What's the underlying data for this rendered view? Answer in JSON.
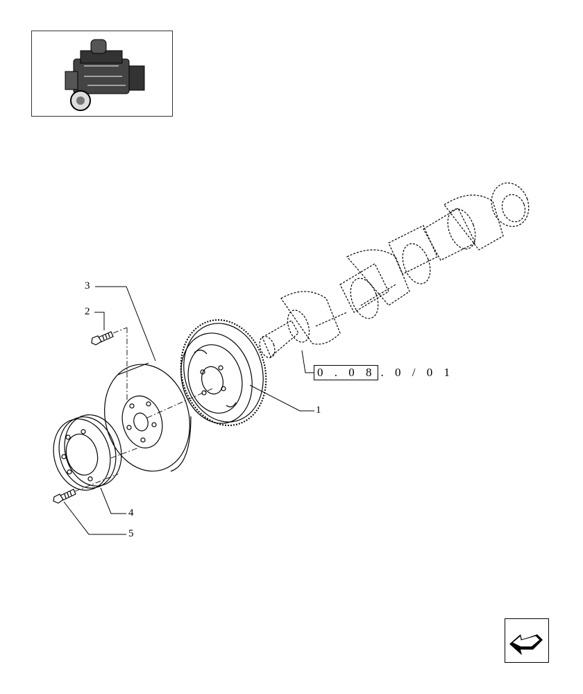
{
  "callouts": {
    "c1": "1",
    "c2": "2",
    "c3": "3",
    "c4": "4",
    "c5": "5"
  },
  "reference": {
    "boxed": "0 . 0 8",
    "rest": ". 0 / 0 1"
  },
  "icons": {
    "thumbnail": "engine-thumbnail",
    "nav": "arrow-back-icon"
  },
  "colors": {
    "line": "#000000",
    "background": "#ffffff"
  }
}
